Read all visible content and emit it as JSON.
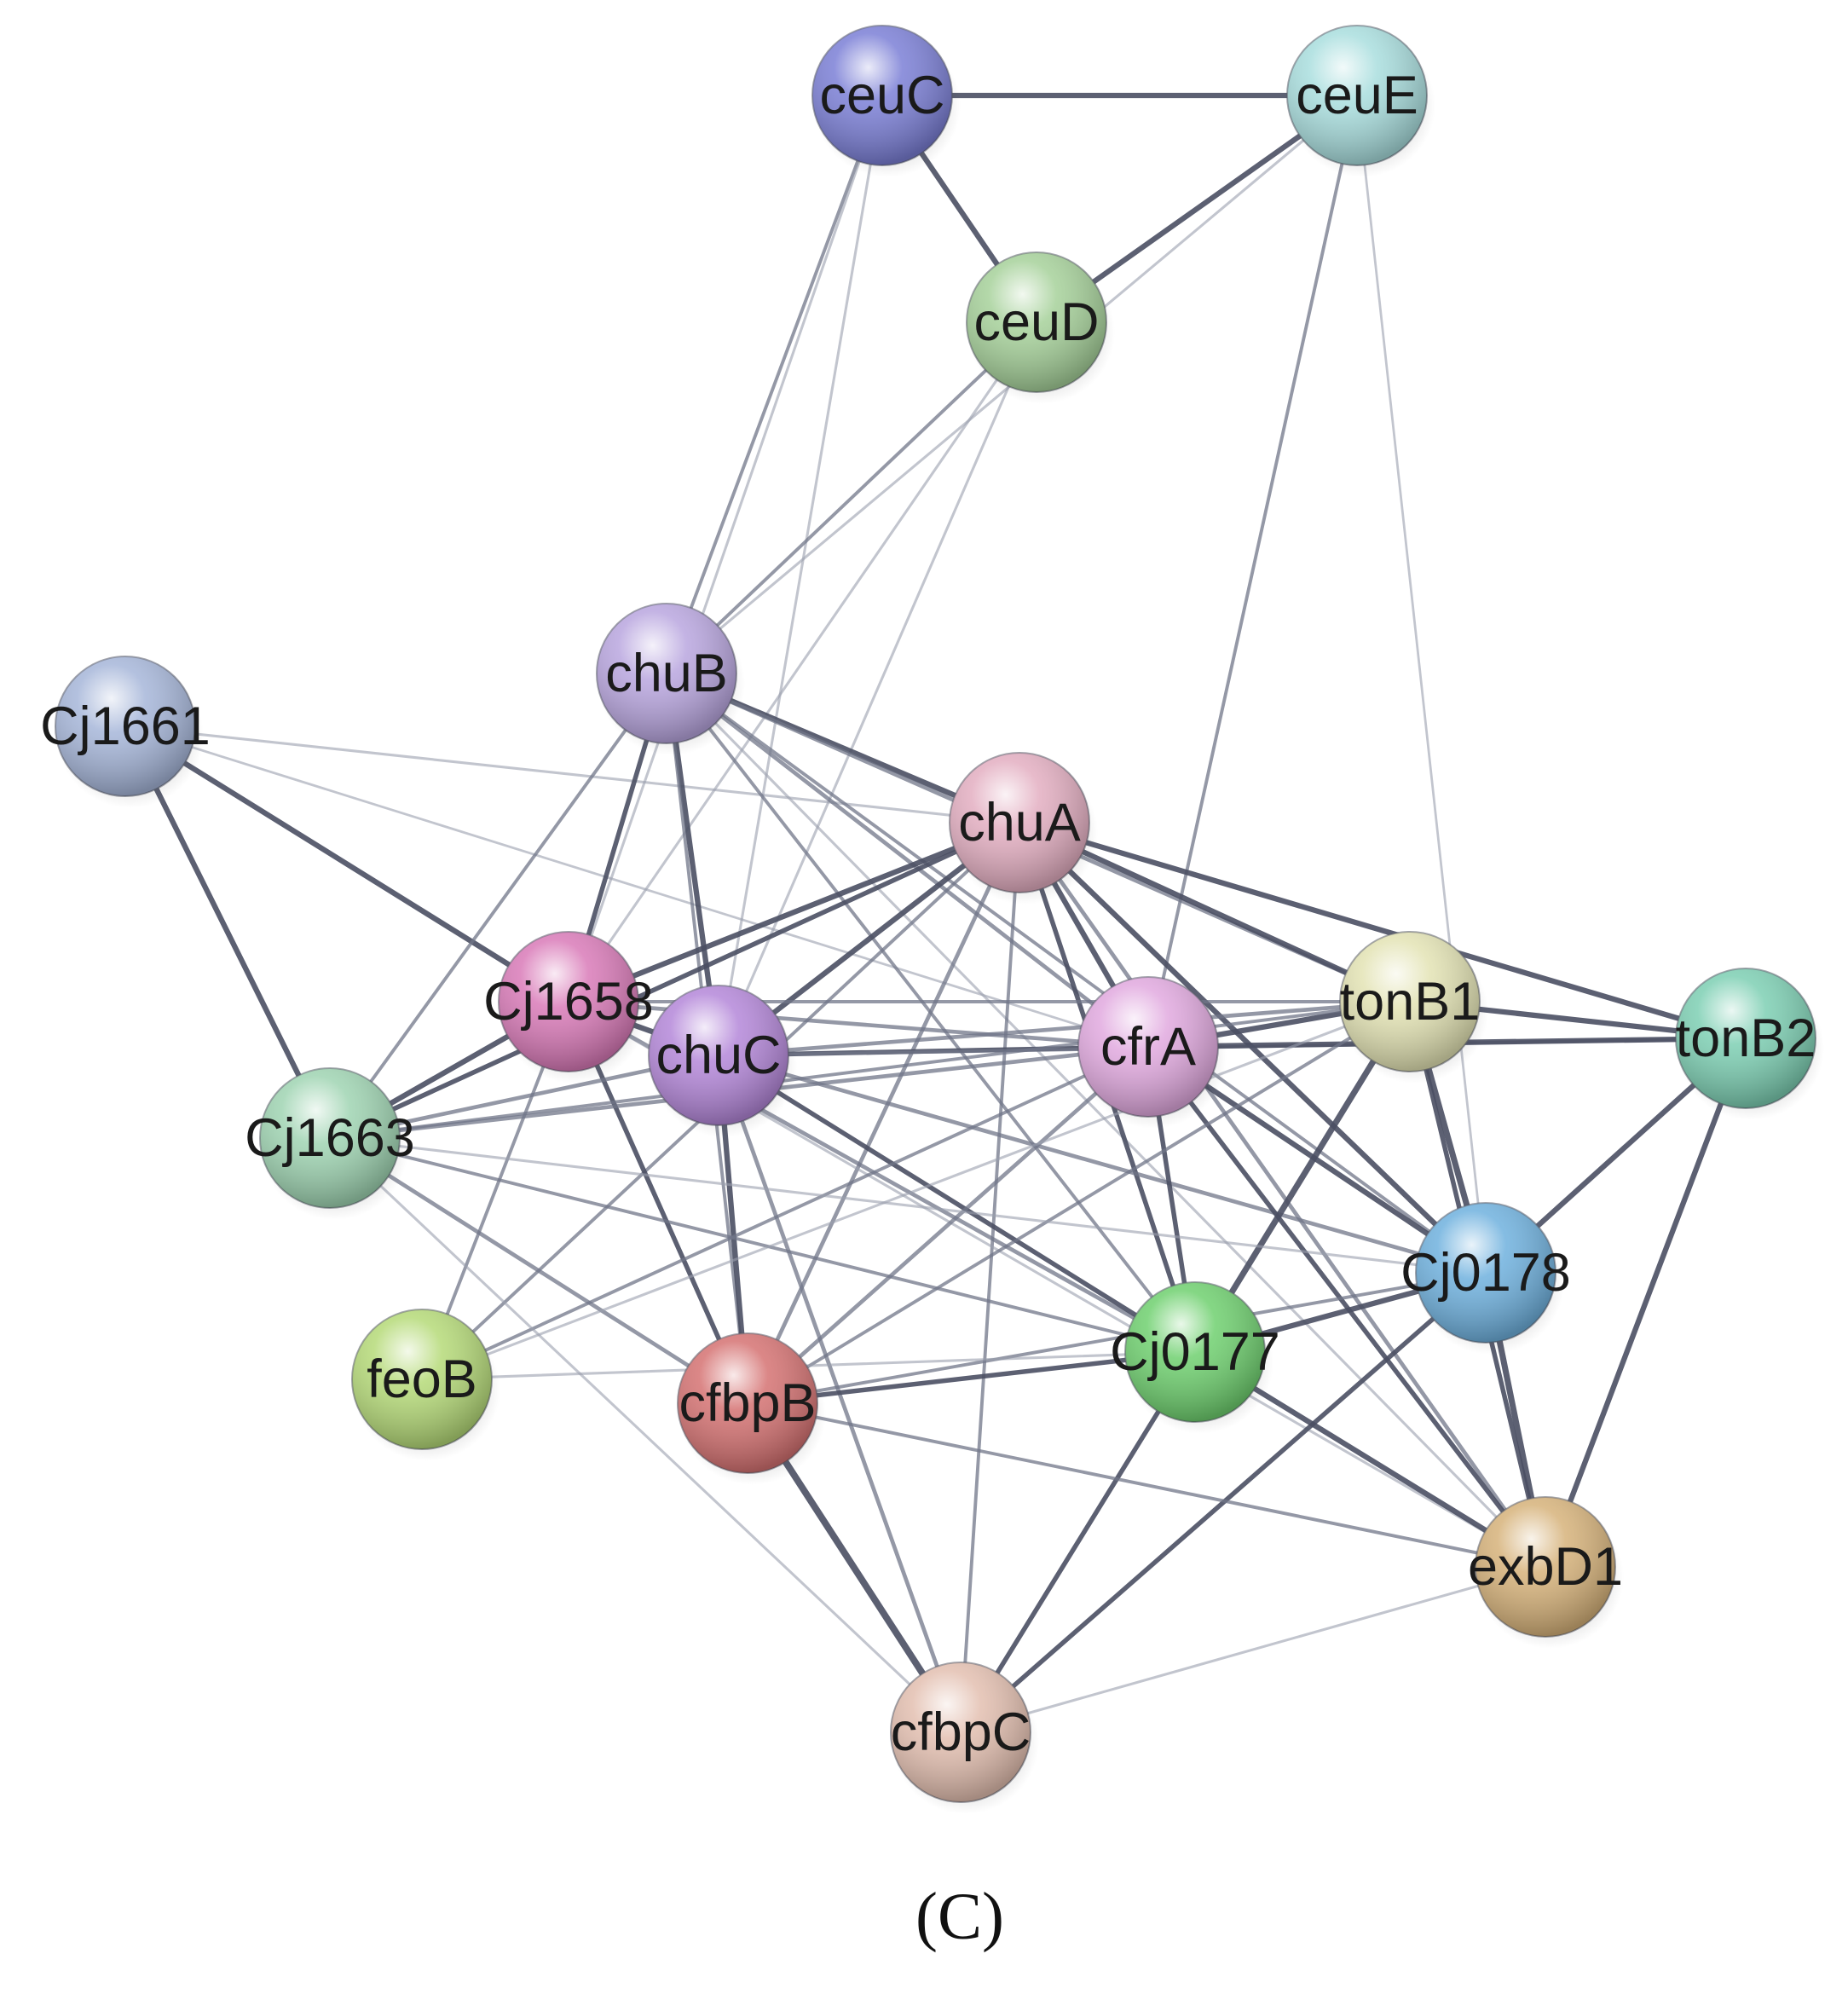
{
  "panel_label": "(C)",
  "nodes": [
    {
      "id": "ceuC",
      "label": "ceuC",
      "color": "#7b7fd6"
    },
    {
      "id": "ceuE",
      "label": "ceuE",
      "color": "#a9dede"
    },
    {
      "id": "ceuD",
      "label": "ceuD",
      "color": "#a6d19a"
    },
    {
      "id": "chuB",
      "label": "chuB",
      "color": "#b9a6df"
    },
    {
      "id": "Cj1661",
      "label": "Cj1661",
      "color": "#a6b6d9"
    },
    {
      "id": "chuA",
      "label": "chuA",
      "color": "#e3aec1"
    },
    {
      "id": "Cj1658",
      "label": "Cj1658",
      "color": "#d97ab8"
    },
    {
      "id": "chuC",
      "label": "chuC",
      "color": "#b487d9"
    },
    {
      "id": "cfrA",
      "label": "cfrA",
      "color": "#e1a9df"
    },
    {
      "id": "tonB1",
      "label": "tonB1",
      "color": "#e3e3b4"
    },
    {
      "id": "tonB2",
      "label": "tonB2",
      "color": "#7dcfb3"
    },
    {
      "id": "Cj1663",
      "label": "Cj1663",
      "color": "#9fd4b2"
    },
    {
      "id": "Cj0178",
      "label": "Cj0178",
      "color": "#6fb1de"
    },
    {
      "id": "Cj0177",
      "label": "Cj0177",
      "color": "#6fd06f"
    },
    {
      "id": "feoB",
      "label": "feoB",
      "color": "#b5da78"
    },
    {
      "id": "cfbpB",
      "label": "cfbpB",
      "color": "#d57272"
    },
    {
      "id": "exbD1",
      "label": "exbD1",
      "color": "#d6b27a"
    },
    {
      "id": "cfbpC",
      "label": "cfbpC",
      "color": "#e3bfb0"
    }
  ],
  "edges": [
    {
      "source": "ceuC",
      "target": "ceuE",
      "weight": 3
    },
    {
      "source": "ceuC",
      "target": "ceuD",
      "weight": 3
    },
    {
      "source": "ceuE",
      "target": "ceuD",
      "weight": 3
    },
    {
      "source": "ceuC",
      "target": "chuB",
      "weight": 1.5
    },
    {
      "source": "ceuC",
      "target": "Cj1658",
      "weight": 1
    },
    {
      "source": "ceuC",
      "target": "chuC",
      "weight": 1
    },
    {
      "source": "ceuE",
      "target": "chuB",
      "weight": 1
    },
    {
      "source": "ceuE",
      "target": "cfrA",
      "weight": 1.5
    },
    {
      "source": "ceuE",
      "target": "Cj0178",
      "weight": 0.8
    },
    {
      "source": "ceuD",
      "target": "chuB",
      "weight": 1.5
    },
    {
      "source": "ceuD",
      "target": "Cj1658",
      "weight": 1
    },
    {
      "source": "ceuD",
      "target": "chuC",
      "weight": 1
    },
    {
      "source": "Cj1661",
      "target": "Cj1658",
      "weight": 3
    },
    {
      "source": "Cj1661",
      "target": "Cj1663",
      "weight": 3
    },
    {
      "source": "Cj1661",
      "target": "chuA",
      "weight": 1
    },
    {
      "source": "Cj1661",
      "target": "cfrA",
      "weight": 0.8
    },
    {
      "source": "chuB",
      "target": "chuA",
      "weight": 3
    },
    {
      "source": "chuB",
      "target": "chuC",
      "weight": 3
    },
    {
      "source": "chuB",
      "target": "Cj1658",
      "weight": 2.5
    },
    {
      "source": "chuB",
      "target": "Cj1663",
      "weight": 1.5
    },
    {
      "source": "chuB",
      "target": "cfrA",
      "weight": 2
    },
    {
      "source": "chuB",
      "target": "tonB1",
      "weight": 2
    },
    {
      "source": "chuB",
      "target": "Cj0177",
      "weight": 1.5
    },
    {
      "source": "chuB",
      "target": "Cj0178",
      "weight": 1.5
    },
    {
      "source": "chuB",
      "target": "cfbpB",
      "weight": 1.5
    },
    {
      "source": "chuB",
      "target": "exbD1",
      "weight": 1
    },
    {
      "source": "chuA",
      "target": "Cj1658",
      "weight": 3
    },
    {
      "source": "chuA",
      "target": "chuC",
      "weight": 3
    },
    {
      "source": "chuA",
      "target": "cfrA",
      "weight": 3
    },
    {
      "source": "chuA",
      "target": "tonB1",
      "weight": 3
    },
    {
      "source": "chuA",
      "target": "tonB2",
      "weight": 3
    },
    {
      "source": "chuA",
      "target": "Cj0178",
      "weight": 3
    },
    {
      "source": "chuA",
      "target": "Cj0177",
      "weight": 2.5
    },
    {
      "source": "chuA",
      "target": "Cj1663",
      "weight": 2.5
    },
    {
      "source": "chuA",
      "target": "cfbpB",
      "weight": 2
    },
    {
      "source": "chuA",
      "target": "feoB",
      "weight": 1.5
    },
    {
      "source": "chuA",
      "target": "cfbpC",
      "weight": 1.5
    },
    {
      "source": "chuA",
      "target": "exbD1",
      "weight": 2
    },
    {
      "source": "Cj1658",
      "target": "chuC",
      "weight": 3
    },
    {
      "source": "Cj1658",
      "target": "Cj1663",
      "weight": 3
    },
    {
      "source": "Cj1658",
      "target": "cfrA",
      "weight": 2
    },
    {
      "source": "Cj1658",
      "target": "cfbpB",
      "weight": 2.5
    },
    {
      "source": "Cj1658",
      "target": "Cj0177",
      "weight": 2
    },
    {
      "source": "Cj1658",
      "target": "feoB",
      "weight": 1.5
    },
    {
      "source": "Cj1658",
      "target": "tonB1",
      "weight": 1.5
    },
    {
      "source": "Cj1658",
      "target": "exbD1",
      "weight": 1
    },
    {
      "source": "chuC",
      "target": "cfrA",
      "weight": 2.5
    },
    {
      "source": "chuC",
      "target": "tonB1",
      "weight": 2
    },
    {
      "source": "chuC",
      "target": "Cj1663",
      "weight": 2
    },
    {
      "source": "chuC",
      "target": "Cj0177",
      "weight": 2.5
    },
    {
      "source": "chuC",
      "target": "cfbpB",
      "weight": 3
    },
    {
      "source": "chuC",
      "target": "cfbpC",
      "weight": 2
    },
    {
      "source": "chuC",
      "target": "Cj0178",
      "weight": 2
    },
    {
      "source": "chuC",
      "target": "tonB2",
      "weight": 1.5
    },
    {
      "source": "cfrA",
      "target": "tonB1",
      "weight": 3
    },
    {
      "source": "cfrA",
      "target": "tonB2",
      "weight": 3
    },
    {
      "source": "cfrA",
      "target": "Cj0178",
      "weight": 3
    },
    {
      "source": "cfrA",
      "target": "Cj0177",
      "weight": 2.5
    },
    {
      "source": "cfrA",
      "target": "exbD1",
      "weight": 2.5
    },
    {
      "source": "cfrA",
      "target": "cfbpB",
      "weight": 2
    },
    {
      "source": "cfrA",
      "target": "Cj1663",
      "weight": 2
    },
    {
      "source": "cfrA",
      "target": "feoB",
      "weight": 1.5
    },
    {
      "source": "tonB1",
      "target": "tonB2",
      "weight": 3
    },
    {
      "source": "tonB1",
      "target": "Cj0178",
      "weight": 3.5
    },
    {
      "source": "tonB1",
      "target": "Cj0177",
      "weight": 3.5
    },
    {
      "source": "tonB1",
      "target": "exbD1",
      "weight": 2.5
    },
    {
      "source": "tonB1",
      "target": "cfbpB",
      "weight": 1.5
    },
    {
      "source": "tonB2",
      "target": "Cj0178",
      "weight": 3
    },
    {
      "source": "tonB2",
      "target": "exbD1",
      "weight": 3
    },
    {
      "source": "Cj0178",
      "target": "Cj0177",
      "weight": 3
    },
    {
      "source": "Cj0178",
      "target": "exbD1",
      "weight": 3.5
    },
    {
      "source": "Cj0178",
      "target": "cfbpC",
      "weight": 2.5
    },
    {
      "source": "Cj0178",
      "target": "cfbpB",
      "weight": 1.5
    },
    {
      "source": "Cj0178",
      "target": "Cj1663",
      "weight": 1
    },
    {
      "source": "Cj0177",
      "target": "exbD1",
      "weight": 3
    },
    {
      "source": "Cj0177",
      "target": "cfbpB",
      "weight": 2.5
    },
    {
      "source": "Cj0177",
      "target": "cfbpC",
      "weight": 2.5
    },
    {
      "source": "Cj0177",
      "target": "Cj1663",
      "weight": 1.5
    },
    {
      "source": "Cj0177",
      "target": "feoB",
      "weight": 1
    },
    {
      "source": "cfbpB",
      "target": "cfbpC",
      "weight": 4
    },
    {
      "source": "cfbpB",
      "target": "exbD1",
      "weight": 1.5
    },
    {
      "source": "cfbpB",
      "target": "Cj1663",
      "weight": 2
    },
    {
      "source": "Cj1663",
      "target": "cfbpC",
      "weight": 1
    },
    {
      "source": "Cj1663",
      "target": "tonB1",
      "weight": 1.5
    },
    {
      "source": "exbD1",
      "target": "cfbpC",
      "weight": 1
    },
    {
      "source": "feoB",
      "target": "tonB1",
      "weight": 1
    }
  ]
}
